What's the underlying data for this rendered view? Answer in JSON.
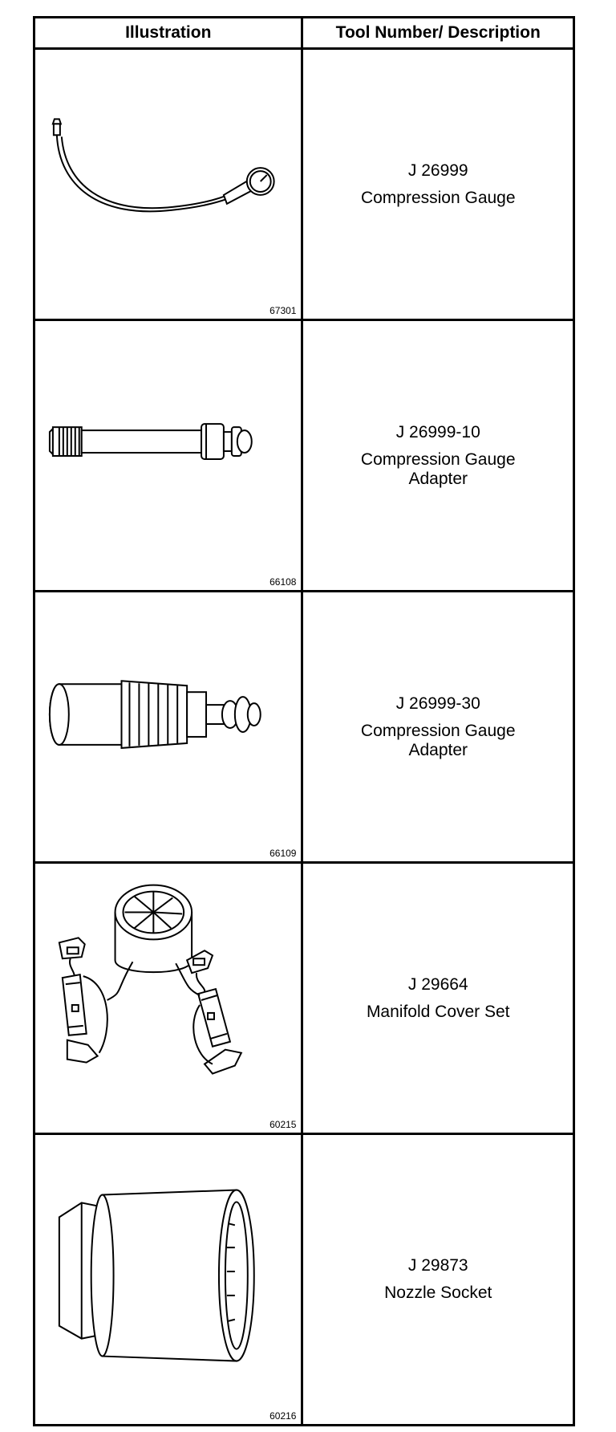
{
  "table": {
    "headers": {
      "illustration": "Illustration",
      "description": "Tool Number/ Description"
    },
    "rows": [
      {
        "figure_number": "67301",
        "tool_number": "J 26999",
        "description": "Compression Gauge",
        "icon": "compression-gauge-icon"
      },
      {
        "figure_number": "66108",
        "tool_number": "J 26999-10",
        "description": "Compression Gauge Adapter",
        "icon": "gauge-adapter-icon"
      },
      {
        "figure_number": "66109",
        "tool_number": "J 26999-30",
        "description": "Compression Gauge Adapter",
        "icon": "gauge-adapter-icon"
      },
      {
        "figure_number": "60215",
        "tool_number": "J 29664",
        "description": "Manifold Cover Set",
        "icon": "manifold-cover-set-icon"
      },
      {
        "figure_number": "60216",
        "tool_number": "J 29873",
        "description": "Nozzle Socket",
        "icon": "nozzle-socket-icon"
      }
    ]
  }
}
